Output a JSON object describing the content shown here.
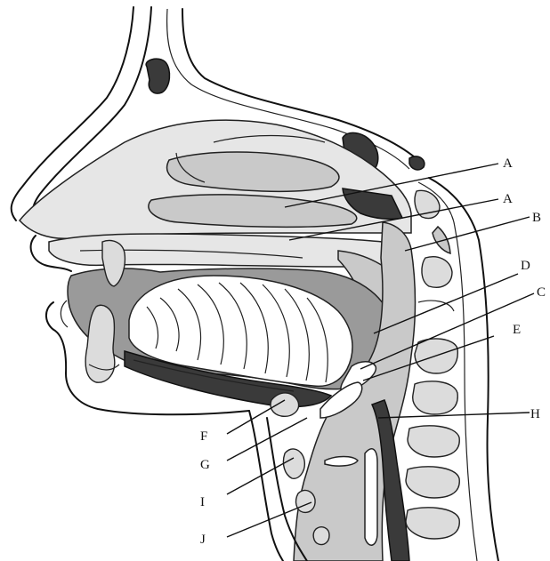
{
  "labels": {
    "A1": "A",
    "A2": "A",
    "B": "B",
    "D": "D",
    "C": "C",
    "E": "E",
    "H": "H",
    "F": "F",
    "G": "G",
    "I": "I",
    "J": "J"
  }
}
